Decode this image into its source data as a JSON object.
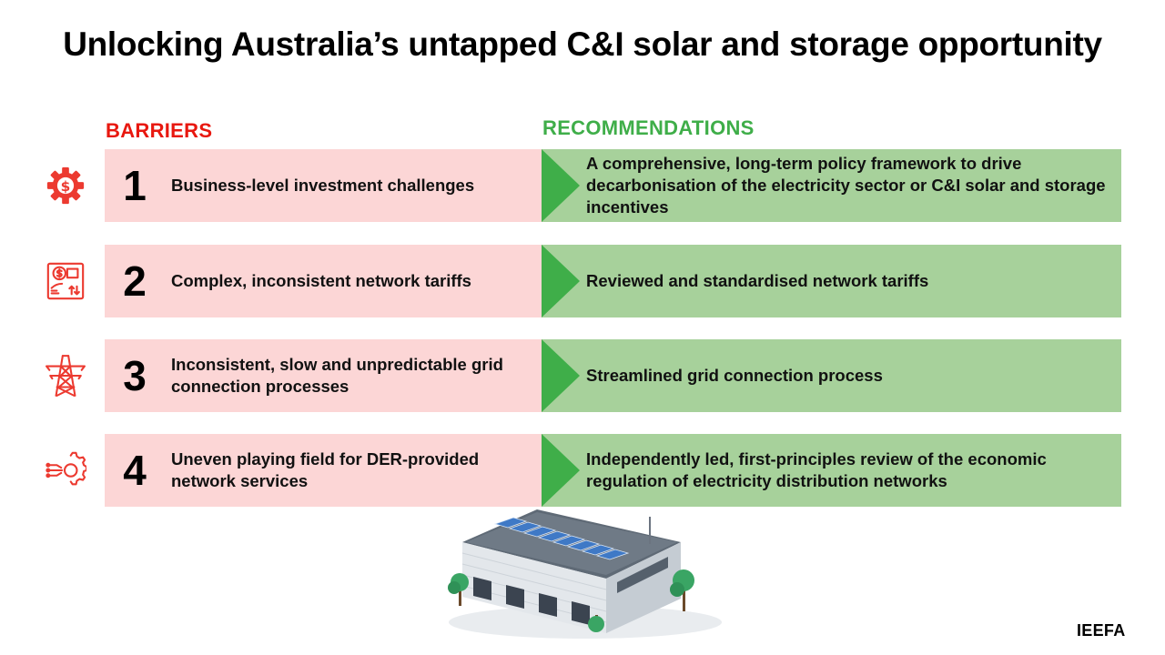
{
  "title": "Unlocking Australia’s untapped C&I solar and storage opportunity",
  "columns": {
    "barriers": "BARRIERS",
    "recommendations": "RECOMMENDATIONS"
  },
  "colors": {
    "barriers_heading": "#e8180f",
    "recommendations_heading": "#3fae49",
    "barrier_box": "#fcd6d6",
    "recommendation_box": "#a7d19b",
    "arrow": "#3fae49",
    "icon": "#ec3a30"
  },
  "rows": [
    {
      "number": "1",
      "icon": "gear-dollar-icon",
      "barrier": "Business-level investment challenges",
      "recommendation": "A comprehensive, long-term policy framework to drive decarbonisation of the electricity sector or C&I solar and storage incentives"
    },
    {
      "number": "2",
      "icon": "tariff-document-icon",
      "barrier": "Complex, inconsistent network tariffs",
      "recommendation": "Reviewed and standardised network tariffs"
    },
    {
      "number": "3",
      "icon": "transmission-tower-icon",
      "barrier": "Inconsistent, slow and unpredictable grid connection processes",
      "recommendation": "Streamlined grid connection process"
    },
    {
      "number": "4",
      "icon": "network-gear-icon",
      "barrier": "Uneven playing field for DER-provided network services",
      "recommendation": "Independently led, first-principles review of the economic regulation of electricity distribution networks"
    }
  ],
  "logo": "IEEFA"
}
